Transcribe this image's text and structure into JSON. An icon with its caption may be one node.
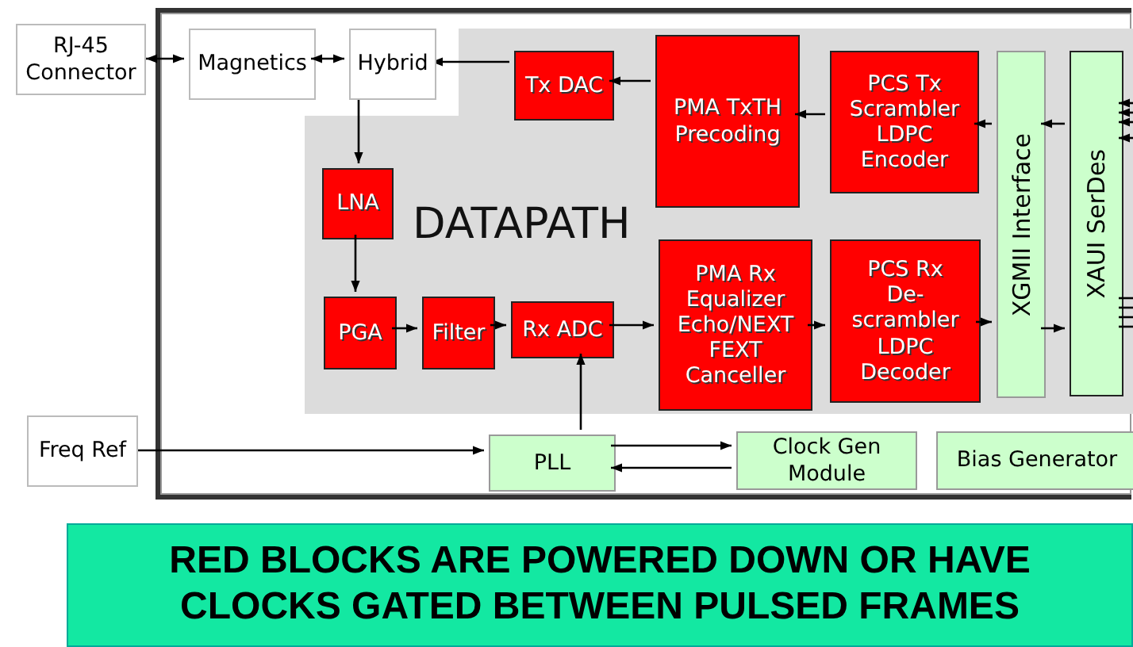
{
  "diagram": {
    "nodes": [
      {
        "text": [],
        "shape": "box"
      },
      {
        "text": [
          "RJ-45 Connector"
        ]
      },
      {
        "text": [
          "Magnetics"
        ],
        "in": 0
      },
      {
        "text": [
          "Hybrid"
        ],
        "in": 0
      },
      {
        "text": [
          "DATAPATH"
        ],
        "in": 0
      },
      {
        "text": [
          "Tx DAC"
        ],
        "in": 4
      },
      {
        "text": [
          "PMA TxTH Precoding"
        ],
        "in": 4
      },
      {
        "text": [
          "PCS Tx Scrambler LDPC Encoder"
        ],
        "in": 4
      },
      {
        "text": [
          "XGMII Interface"
        ],
        "in": 4
      },
      {
        "text": [
          "XAUI SerDes"
        ],
        "in": 4
      },
      {
        "text": [
          "LNA"
        ],
        "in": 4
      },
      {
        "text": [
          "PGA"
        ],
        "in": 4
      },
      {
        "text": [
          "Filter"
        ],
        "in": 4
      },
      {
        "text": [
          "Rx ADC"
        ],
        "in": 4
      },
      {
        "text": [
          "PMA Rx Equalizer Echo/NEXT FEXT Canceller"
        ],
        "in": 4
      },
      {
        "text": [
          "PCS Rx De-scrambler LDPC Decoder"
        ],
        "in": 4
      },
      {
        "text": [
          "Freq Ref"
        ]
      },
      {
        "text": [
          "PLL"
        ],
        "in": 0
      },
      {
        "text": [
          "Clock Gen Module"
        ],
        "in": 0
      },
      {
        "text": [
          "Bias Generator"
        ],
        "in": 0
      },
      {
        "text": [
          "RED BLOCKS ARE POWERED DOWN OR HAVE CLOCKS GATED BETWEEN PULSED FRAMES"
        ]
      }
    ],
    "edges": [
      {
        "from": 1,
        "to": 2,
        "arrow": "both"
      },
      {
        "from": 2,
        "to": 3,
        "arrow": "both"
      },
      {
        "from": 5,
        "to": 3,
        "arrow": "to"
      },
      {
        "from": 6,
        "to": 5,
        "arrow": "to"
      },
      {
        "from": 7,
        "to": 6,
        "arrow": "to"
      },
      {
        "from": 8,
        "to": 7,
        "arrow": "to"
      },
      {
        "from": 9,
        "to": 8,
        "arrow": "to"
      },
      {
        "from": 3,
        "to": 10,
        "arrow": "to"
      },
      {
        "from": 10,
        "to": 11,
        "arrow": "to"
      },
      {
        "from": 11,
        "to": 12,
        "arrow": "to"
      },
      {
        "from": 12,
        "to": 13,
        "arrow": "to"
      },
      {
        "from": 13,
        "to": 14,
        "arrow": "to"
      },
      {
        "from": 14,
        "to": 15,
        "arrow": "to"
      },
      {
        "from": 15,
        "to": 8,
        "arrow": "to"
      },
      {
        "from": 8,
        "to": 9,
        "arrow": "to"
      },
      {
        "from": 16,
        "to": 17,
        "arrow": "to"
      },
      {
        "from": 17,
        "to": 13,
        "arrow": "to"
      },
      {
        "from": 17,
        "to": 18,
        "arrow": "to"
      },
      {
        "from": 18,
        "to": 17,
        "arrow": "to"
      },
      {
        "from": null,
        "to": 9,
        "arrow": "to"
      },
      {
        "from": null,
        "to": 9,
        "arrow": "to"
      },
      {
        "from": null,
        "to": 9,
        "arrow": "to"
      },
      {
        "from": null,
        "to": 9,
        "arrow": "to"
      },
      {
        "from": 9,
        "to": null,
        "arrow": "none"
      },
      {
        "from": 9,
        "to": null,
        "arrow": "none"
      },
      {
        "from": 9,
        "to": null,
        "arrow": "none"
      },
      {
        "from": 9,
        "to": null,
        "arrow": "none"
      }
    ]
  }
}
